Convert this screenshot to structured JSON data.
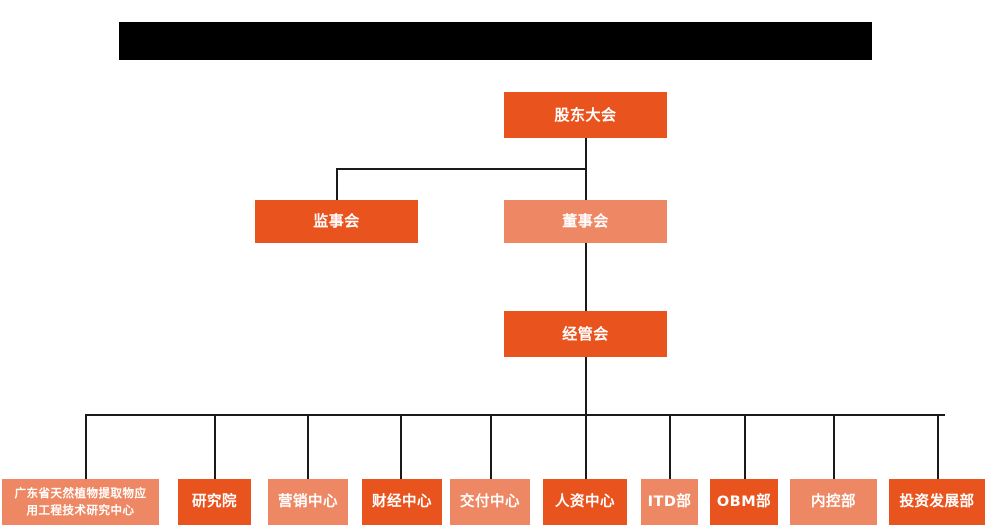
{
  "page": {
    "title_banner": "",
    "background_color": "#ffffff"
  },
  "colors": {
    "primary_dark_orange": "#E9531E",
    "secondary_light_orange": "#EE8763",
    "connector_line": "#1a1a1a",
    "text_on_box": "#ffffff",
    "banner": "#000000"
  },
  "chart": {
    "type": "org-chart",
    "levels": [
      {
        "level": 1,
        "nodes": [
          {
            "id": "shareholders",
            "label": "股东大会",
            "shade": "dark"
          }
        ]
      },
      {
        "level": 2,
        "nodes": [
          {
            "id": "supervisors",
            "label": "监事会",
            "shade": "dark"
          },
          {
            "id": "directors",
            "label": "董事会",
            "shade": "light"
          }
        ]
      },
      {
        "level": 3,
        "nodes": [
          {
            "id": "management-committee",
            "label": "经管会",
            "shade": "dark"
          }
        ]
      },
      {
        "level": 4,
        "nodes": [
          {
            "id": "gd-research-center",
            "label": "广东省天然植物提取物应\n用工程技术研究中心",
            "shade": "light"
          },
          {
            "id": "research-institute",
            "label": "研究院",
            "shade": "dark"
          },
          {
            "id": "marketing-center",
            "label": "营销中心",
            "shade": "light"
          },
          {
            "id": "finance-center",
            "label": "财经中心",
            "shade": "dark"
          },
          {
            "id": "delivery-center",
            "label": "交付中心",
            "shade": "light"
          },
          {
            "id": "hr-center",
            "label": "人资中心",
            "shade": "dark"
          },
          {
            "id": "itd-department",
            "label": "ITD部",
            "shade": "light"
          },
          {
            "id": "obm-department",
            "label": "OBM部",
            "shade": "dark"
          },
          {
            "id": "internal-control-department",
            "label": "内控部",
            "shade": "light"
          },
          {
            "id": "investment-development-department",
            "label": "投资发展部",
            "shade": "dark"
          }
        ]
      }
    ],
    "edges": [
      {
        "from": "shareholders",
        "to": "supervisors"
      },
      {
        "from": "shareholders",
        "to": "directors"
      },
      {
        "from": "directors",
        "to": "management-committee"
      },
      {
        "from": "management-committee",
        "to": "gd-research-center"
      },
      {
        "from": "management-committee",
        "to": "research-institute"
      },
      {
        "from": "management-committee",
        "to": "marketing-center"
      },
      {
        "from": "management-committee",
        "to": "finance-center"
      },
      {
        "from": "management-committee",
        "to": "delivery-center"
      },
      {
        "from": "management-committee",
        "to": "hr-center"
      },
      {
        "from": "management-committee",
        "to": "itd-department"
      },
      {
        "from": "management-committee",
        "to": "obm-department"
      },
      {
        "from": "management-committee",
        "to": "internal-control-department"
      },
      {
        "from": "management-committee",
        "to": "investment-development-department"
      }
    ]
  }
}
